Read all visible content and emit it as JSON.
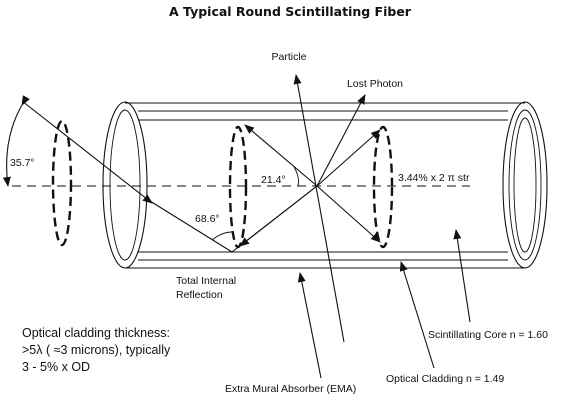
{
  "diagram": {
    "title": "A Typical Round Scintillating Fiber",
    "labels": {
      "particle": "Particle",
      "lost_photon": "Lost Photon",
      "angle_acceptance": "35.7°",
      "angle_trapping": "21.4°",
      "solid_angle": "3.44% x 2  π str",
      "angle_incidence": "68.6°",
      "tir_line1": "Total Internal",
      "tir_line2": "Reflection",
      "cladding_note_line1": "Optical cladding thickness:",
      "cladding_note_line2": ">5λ ( ≈3 microns), typically",
      "cladding_note_line3": "3 - 5% x OD",
      "scint_core": "Scintillating Core  n = 1.60",
      "optical_cladding": "Optical Cladding  n = 1.49",
      "ema": "Extra Mural Absorber (EMA)"
    }
  }
}
